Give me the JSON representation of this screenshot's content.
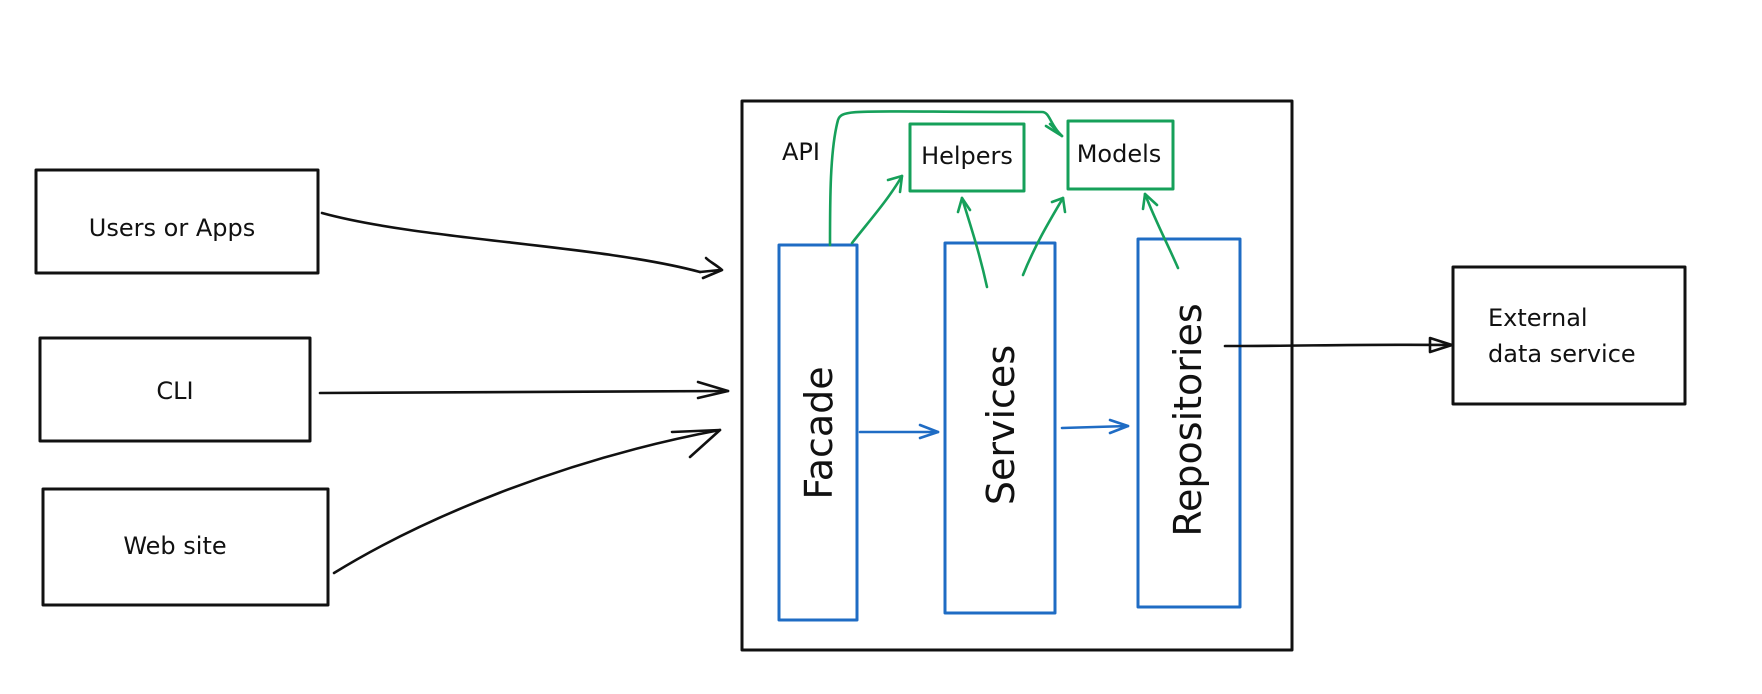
{
  "colors": {
    "external": "#111111",
    "layers": "#1f6cc4",
    "shared": "#16a05a"
  },
  "clients": {
    "users_or_apps": "Users or Apps",
    "cli": "CLI",
    "web_site": "Web site"
  },
  "api": {
    "label": "API",
    "helpers": "Helpers",
    "models": "Models",
    "facade": "Facade",
    "services": "Services",
    "repositories": "Repositories"
  },
  "external_service": {
    "line1": "External",
    "line2": "data service"
  }
}
